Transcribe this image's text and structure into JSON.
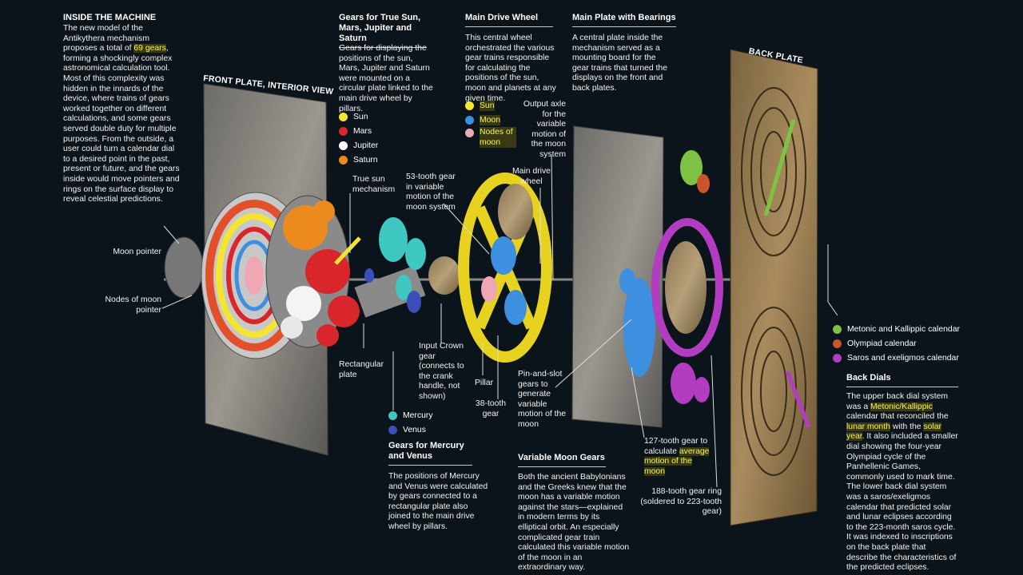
{
  "intro": {
    "title": "INSIDE THE MACHINE",
    "text_before": "The new model of the Antikythera mechanism proposes a total of ",
    "highlight": "69 gears",
    "text_after": ", forming a shockingly complex astronomical calculation tool. Most of this complexity was hidden in the innards of the device, where trains of gears worked together on different calculations, and some gears served double duty for multiple purposes. From the outside, a user could turn a calendar dial to a desired point in the past, present or future, and the gears inside would move pointers and rings on the surface display to reveal celestial predictions."
  },
  "plates": {
    "front": "FRONT PLATE, INTERIOR VIEW",
    "back": "BACK PLATE"
  },
  "sections": {
    "outer_planets": {
      "title": "Gears for True Sun, Mars, Jupiter and Saturn",
      "body": "Gears for displaying the positions of the sun, Mars, Jupiter and Saturn were mounted on a circular plate linked to the main drive wheel by pillars."
    },
    "main_drive": {
      "title": "Main Drive Wheel",
      "body": "This central wheel orchestrated the various gear trains responsible for calculating the positions of the sun, moon and planets at any given time."
    },
    "main_plate": {
      "title": "Main Plate with Bearings",
      "body": "A central plate inside the mechanism served as a mounting board for the gear trains that turned the displays on the front and back plates."
    },
    "mercury_venus": {
      "title": "Gears for Mercury and Venus",
      "body": "The positions of Mercury and Venus were calculated by gears connected to a rectangular plate also joined to the main drive wheel by pillars."
    },
    "variable_moon": {
      "title": "Variable Moon Gears",
      "body": "Both the ancient Babylonians and the Greeks knew that the moon has a variable motion against the stars—explained in modern terms by its elliptical orbit. An especially complicated gear train calculated this variable motion of the moon in an extraordinary way."
    },
    "back_dials": {
      "title": "Back Dials",
      "p1": "The upper back dial system was a ",
      "h1": "Metonic/Kallippic",
      "p2": " calendar that reconciled the ",
      "h2": "lunar month",
      "p3": " with the ",
      "h3": "solar year",
      "p4": ". It also included a smaller dial showing the four-year Olympiad cycle of the Panhellenic Games, commonly used to mark time. The lower back dial system was a saros/exeligmos calendar that predicted solar and lunar eclipses according to the 223-month saros cycle. It was indexed to inscriptions on the back plate that describe the characteristics of the predicted eclipses."
    }
  },
  "legends": {
    "outer_planets": [
      {
        "label": "Sun",
        "color": "#f4e531"
      },
      {
        "label": "Mars",
        "color": "#d8262b"
      },
      {
        "label": "Jupiter",
        "color": "#ffffff"
      },
      {
        "label": "Saturn",
        "color": "#ec8a1e"
      }
    ],
    "main_drive": [
      {
        "label": "Sun",
        "color": "#f4e531"
      },
      {
        "label": "Moon",
        "color": "#3d8fe0"
      },
      {
        "label": "Nodes of moon",
        "color": "#f0a7b4"
      }
    ],
    "mercury_venus": [
      {
        "label": "Mercury",
        "color": "#3fc7c2"
      },
      {
        "label": "Venus",
        "color": "#3a4fb8"
      }
    ],
    "back_dials": [
      {
        "label": "Metonic and Kallippic calendar",
        "color": "#7dc242"
      },
      {
        "label": "Olympiad calendar",
        "color": "#c9542d"
      },
      {
        "label": "Saros and exeligmos calendar",
        "color": "#b23dc1"
      }
    ]
  },
  "callouts": {
    "moon_pointer": "Moon pointer",
    "nodes_pointer": "Nodes of moon pointer",
    "true_sun": "True sun mechanism",
    "rect_plate": "Rectangular plate",
    "tooth53": "53-tooth gear in variable motion of the moon system",
    "main_drive_wheel": "Main drive wheel",
    "output_axle": "Output axle for the variable motion of the moon system",
    "input_crown": "Input Crown gear (connects to the crank handle, not shown)",
    "pillar": "Pillar",
    "tooth38": "38-tooth gear",
    "pin_slot": "Pin-and-slot gears to generate variable motion of the moon",
    "tooth127_pre": "127-tooth gear to calculate ",
    "tooth127_hl": "average motion of the moon",
    "tooth188": "188-tooth gear ring (soldered to 223-tooth gear)"
  }
}
